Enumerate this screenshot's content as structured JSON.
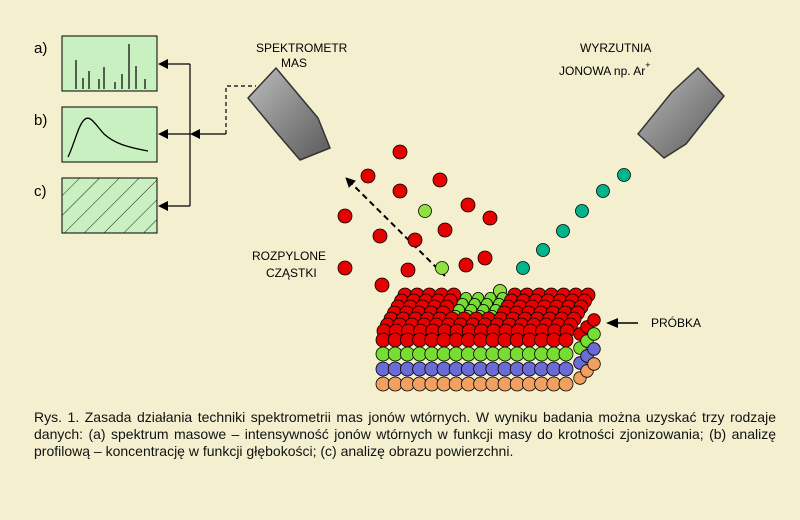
{
  "labels": {
    "spectrometer_line1": "SPEKTROMETR",
    "spectrometer_line2": "MAS",
    "ion_gun_line1": "WYRZUTNIA",
    "ion_gun_line2": "JONOWA np. Ar",
    "ion_gun_sup": "+",
    "sputtered_line1": "ROZPYLONE",
    "sputtered_line2": "CZĄSTKI",
    "sample": "PRÓBKA"
  },
  "panels": [
    {
      "id": "a",
      "label": "a)"
    },
    {
      "id": "b",
      "label": "b)"
    },
    {
      "id": "c",
      "label": "c)"
    }
  ],
  "caption": "Rys. 1. Zasada działania techniki spektrometrii mas jonów wtórnych. W wyniku badania można uzyskać trzy rodzaje danych: (a) spektrum masowe – intensywność jonów wtórnych w funkcji masy do krotności zjonizowania; (b) analizę profilową – koncentrację w funkcji głębokości; (c) analizę obrazu powierzchni.",
  "colors": {
    "background": "#f4f0cf",
    "panel_fill": "#c9f0c0",
    "sputtered_red": "#e60000",
    "sputtered_green": "#8fe040",
    "primary_ion_teal": "#00b48c",
    "layer_red": "#e60000",
    "layer_green": "#77dd33",
    "layer_blue": "#6b6bd6",
    "layer_orange": "#f0a060",
    "instrument_gray": "#8a8a8a"
  },
  "icons": [
    "ion-gun-icon",
    "mass-spectrometer-icon",
    "sample-block-icon",
    "sputtered-particle-icon"
  ]
}
